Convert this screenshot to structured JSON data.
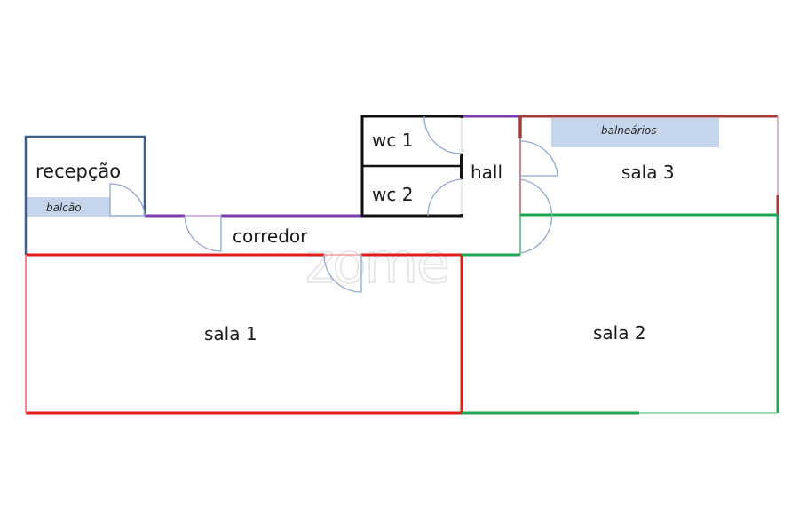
{
  "plan": {
    "rooms": [
      {
        "id": "recepcao",
        "label": "recepção"
      },
      {
        "id": "corredor",
        "label": "corredor"
      },
      {
        "id": "wc1",
        "label": "wc 1"
      },
      {
        "id": "wc2",
        "label": "wc 2"
      },
      {
        "id": "hall",
        "label": "hall"
      },
      {
        "id": "sala3",
        "label": "sala 3"
      },
      {
        "id": "sala1",
        "label": "sala 1"
      },
      {
        "id": "sala2",
        "label": "sala 2"
      }
    ],
    "fixtures": [
      {
        "id": "balcao",
        "label": "balcão"
      },
      {
        "id": "balnearios",
        "label": "balneários"
      }
    ],
    "watermark": "zome",
    "colors": {
      "recepcao_wall": "#3d5f8f",
      "corridor_wall": "#7a3fb0",
      "wc_wall": "#111111",
      "sala3_wall": "#a43a3a",
      "sala1_wall": "#e31b1b",
      "sala2_wall": "#1fa653",
      "door": "#8fa8cc",
      "fixture_fill": "#c5d6ec"
    }
  }
}
